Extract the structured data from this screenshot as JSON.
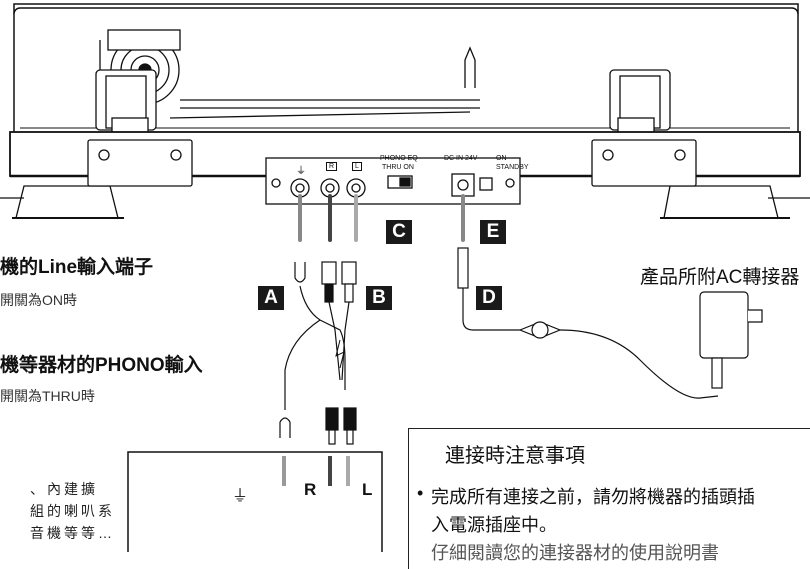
{
  "left_texts": {
    "line_input_title": "機的Line輸入端子",
    "line_input_switch": "開關為ON時",
    "phono_input_title": "機等器材的PHONO輸入",
    "phono_input_switch": "開關為THRU時",
    "amp_note_1": "、內建擴",
    "amp_note_2": "組的喇叭系",
    "amp_note_3": "音機等等…"
  },
  "callouts": {
    "A": "A",
    "B": "B",
    "C": "C",
    "D": "D",
    "E": "E"
  },
  "adapter_label": "產品所附AC轉接器",
  "panel": {
    "ground_symbol": "⏚",
    "r_jack": "R",
    "l_jack": "L",
    "phono_eq": "PHONO EQ",
    "thru_on": "THRU   ON",
    "dc_in": "DC IN 24V",
    "on": "ON",
    "standby": "STANDBY"
  },
  "amp_terminals": {
    "ground": "⏚",
    "r": "R",
    "l": "L"
  },
  "caution": {
    "title": "連接時注意事項",
    "item_1_line_1": "完成所有連接之前，請勿將機器的插頭插",
    "item_1_line_2": "入電源插座中。",
    "item_2_line_1": "仔細閱讀您的連接器材的使用說明書"
  },
  "icons": [
    "warning-icon",
    "ground-icon",
    "bullet-icon"
  ]
}
